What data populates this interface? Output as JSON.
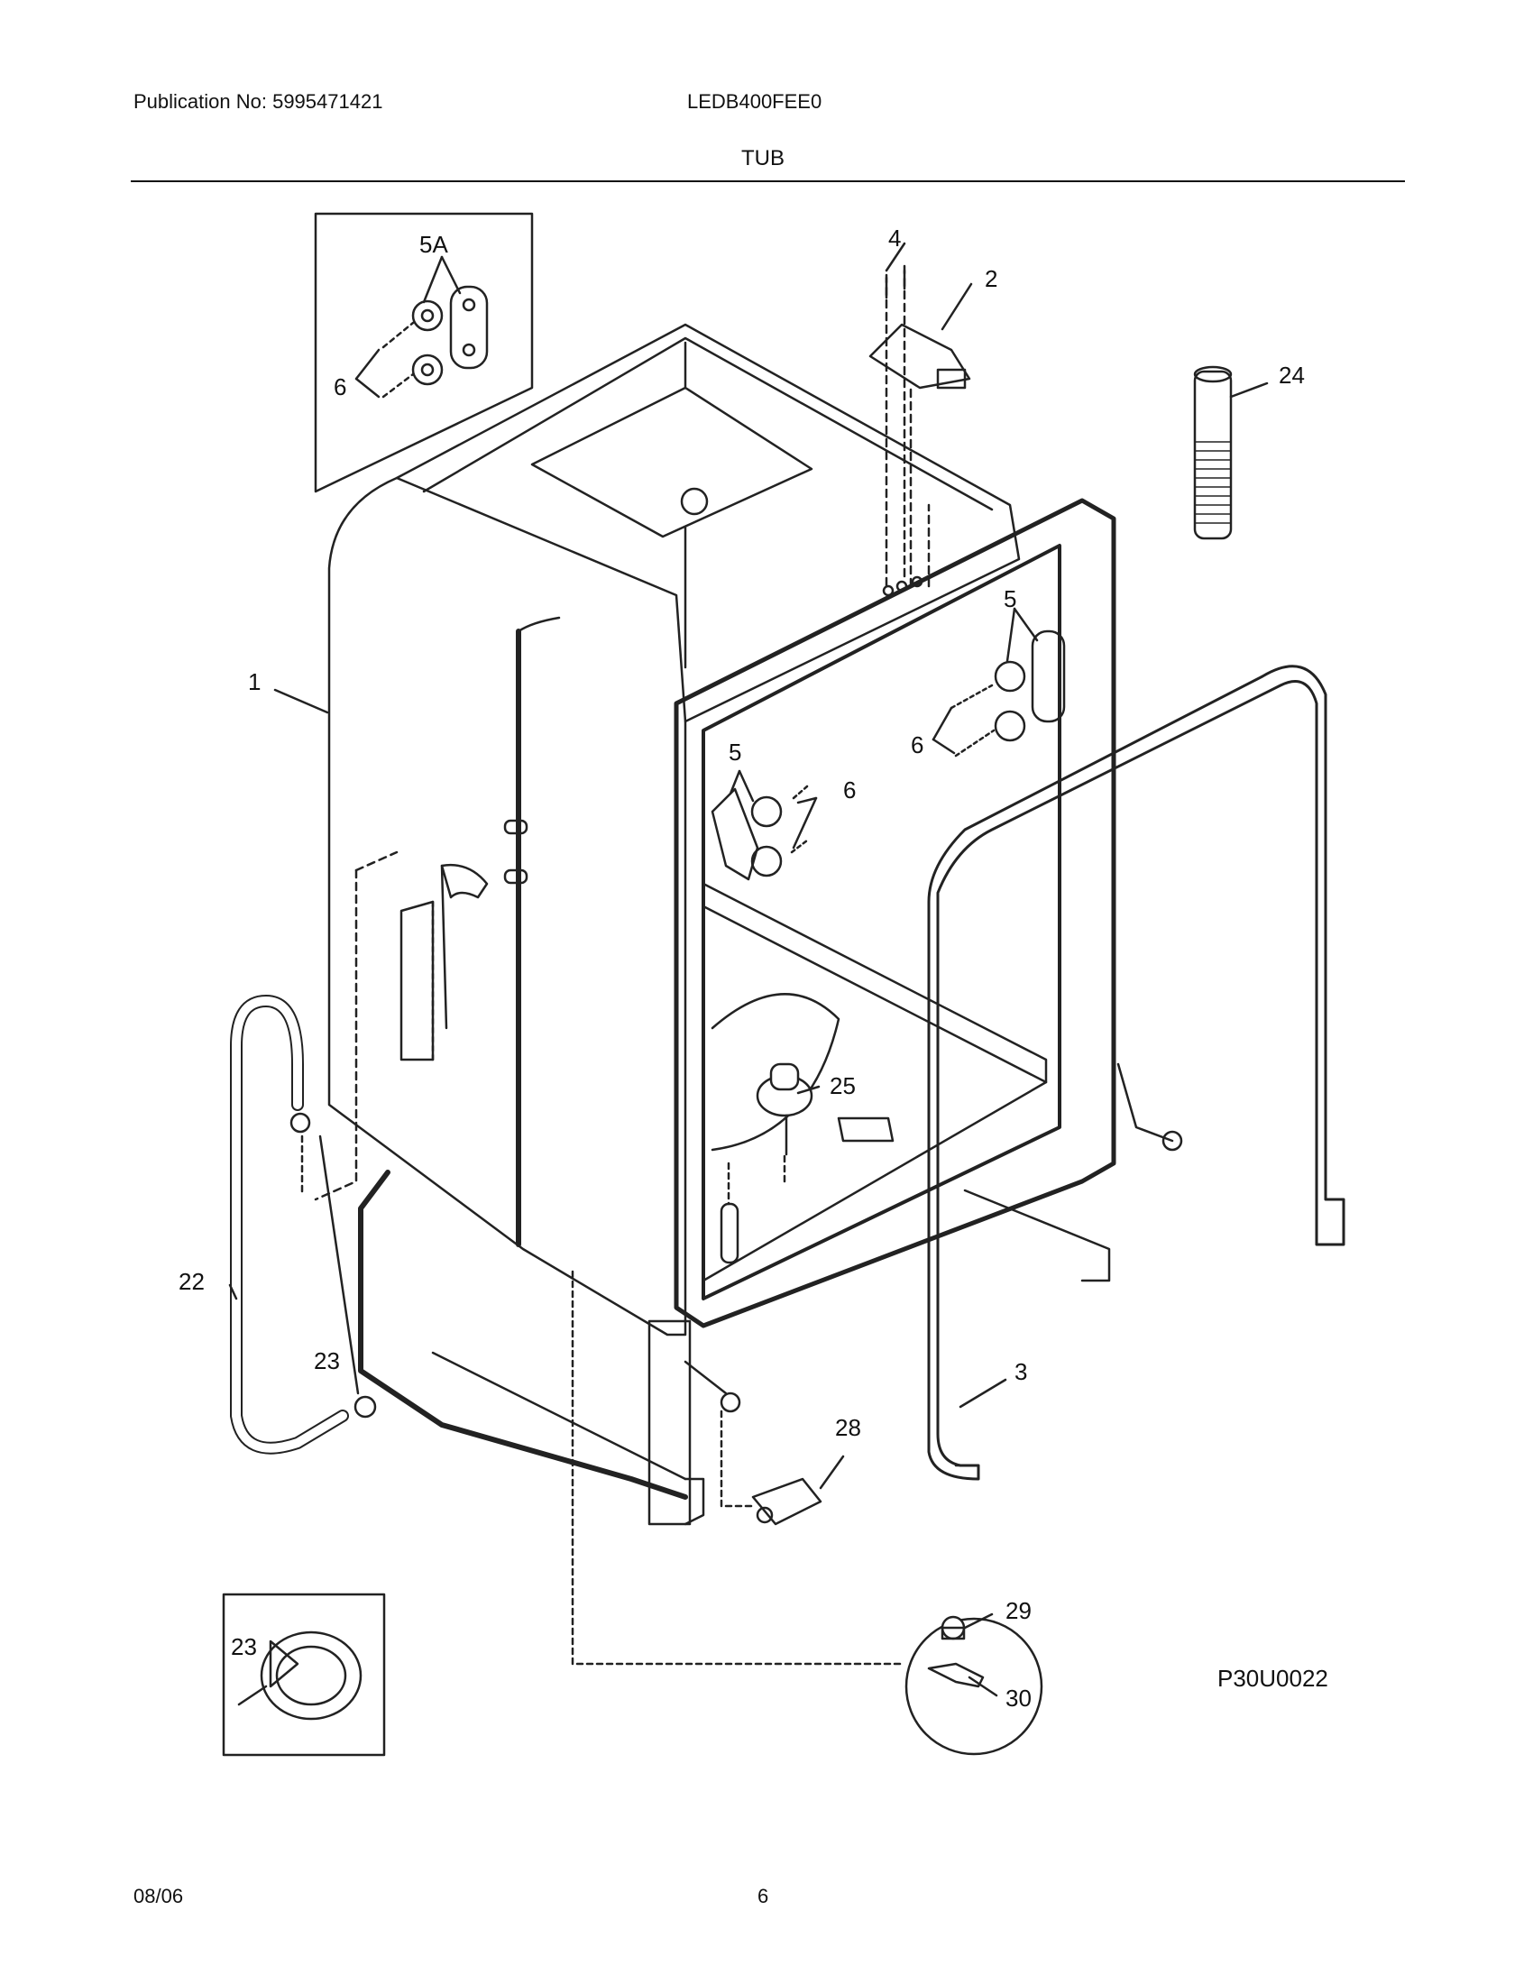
{
  "header": {
    "publication": "Publication No: 5995471421",
    "model": "LEDB400FEE0",
    "section": "TUB"
  },
  "callouts": {
    "c1": "1",
    "c2": "2",
    "c3": "3",
    "c4": "4",
    "c5a": "5",
    "c5b": "5",
    "c5A": "5A",
    "c6a": "6",
    "c6b": "6",
    "c6c": "6",
    "c22": "22",
    "c23a": "23",
    "c23b": "23",
    "c24": "24",
    "c25": "25",
    "c28": "28",
    "c29": "29",
    "c30": "30"
  },
  "diagram_code": "P30U0022",
  "footer": {
    "date": "08/06",
    "page": "6"
  }
}
